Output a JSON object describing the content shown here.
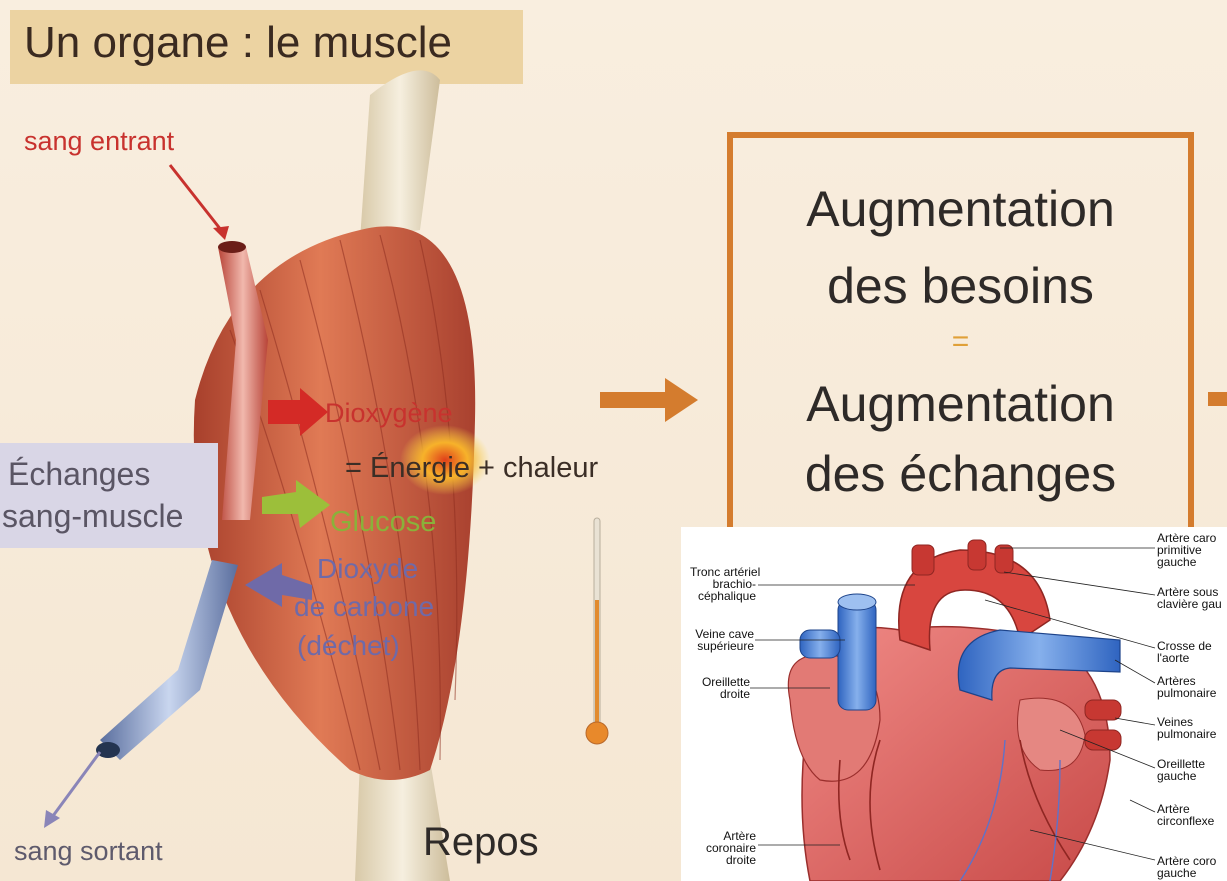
{
  "title": "Un organe : le muscle",
  "muscle_labels": {
    "sang_entrant": "sang entrant",
    "sang_sortant": "sang sortant",
    "dioxygene": "Dioxygène",
    "energie": "= Énergie + chaleur",
    "glucose": "Glucose",
    "dioxyde_1": "Dioxyde",
    "dioxyde_2": "de carbone",
    "dioxyde_3": "(déchet)",
    "echanges_1": "Échanges",
    "echanges_2": "sang-muscle",
    "repos": "Repos"
  },
  "box": {
    "line1": "Augmentation",
    "line2": "des besoins",
    "equals": "=",
    "line3": "Augmentation",
    "line4": "des échanges"
  },
  "heart_labels": {
    "tronc_1": "Tronc artériel",
    "tronc_2": "brachio-",
    "tronc_3": "céphalique",
    "veine_1": "Veine cave",
    "veine_2": "supérieure",
    "oreillette_d_1": "Oreillette",
    "oreillette_d_2": "droite",
    "coronaire_d_1": "Artère",
    "coronaire_d_2": "coronaire",
    "coronaire_d_3": "droite",
    "carotide_1": "Artère caro",
    "carotide_2": "primitive",
    "carotide_3": "gauche",
    "sousclav_1": "Artère sous",
    "sousclav_2": "clavière gau",
    "crosse_1": "Crosse de",
    "crosse_2": "l'aorte",
    "pulm_art_1": "Artères",
    "pulm_art_2": "pulmonaire",
    "pulm_vein_1": "Veines",
    "pulm_vein_2": "pulmonaire",
    "oreillette_g_1": "Oreillette",
    "oreillette_g_2": "gauche",
    "circonflexe_1": "Artère",
    "circonflexe_2": "circonflexe",
    "coronaire_g_1": "Artère coro",
    "coronaire_g_2": "gauche"
  },
  "colors": {
    "label_red": "#c8322e",
    "arrow_orange": "#d47c2e",
    "glucose_green": "#9cbf3a",
    "co2_blue": "#6f6aa8",
    "artery_red": "#d23a3a",
    "vein_blue": "#4a7fd0"
  }
}
